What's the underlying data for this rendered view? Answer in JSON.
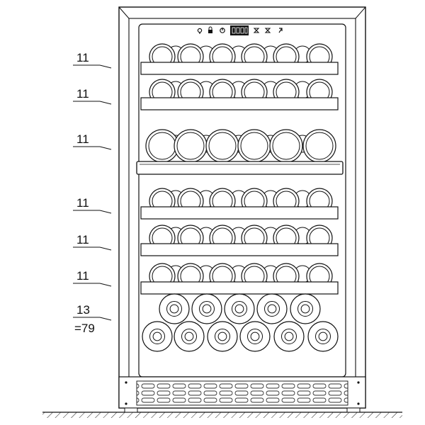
{
  "shelf_labels": [
    {
      "count": "11"
    },
    {
      "count": "11"
    },
    {
      "count": "11"
    },
    {
      "count": "11"
    },
    {
      "count": "11"
    },
    {
      "count": "11"
    },
    {
      "count": "13",
      "total": "=79"
    }
  ],
  "control_panel": {
    "icons": [
      "light-icon",
      "lock-icon",
      "power-icon",
      "minus-icon",
      "plus-icon",
      "zone-icon"
    ]
  }
}
